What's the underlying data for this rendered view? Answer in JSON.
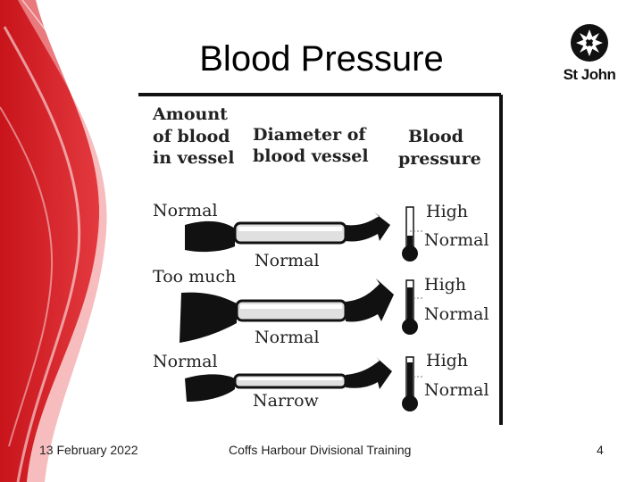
{
  "slide": {
    "title": "Blood Pressure",
    "footer_date": "13 February 2022",
    "footer_center": "Coffs Harbour Divisional Training",
    "slide_number": "4"
  },
  "logo": {
    "text": "St John",
    "icon": "st-john-cross-icon"
  },
  "figure": {
    "headers": {
      "amount_line1": "Amount",
      "amount_line2": "of blood",
      "amount_line3": "in vessel",
      "diameter_line1": "Diameter of",
      "diameter_line2": "blood vessel",
      "pressure_line1": "Blood",
      "pressure_line2": "pressure"
    },
    "rows": [
      {
        "amount": "Normal",
        "diameter": "Normal",
        "high": "High",
        "normal": "Normal",
        "level": 0.0
      },
      {
        "amount": "Too much",
        "diameter": "Normal",
        "high": "High",
        "normal": "Normal",
        "level": 0.7
      },
      {
        "amount": "Normal",
        "diameter": "Narrow",
        "high": "High",
        "normal": "Normal",
        "level": 0.8
      }
    ]
  },
  "colors": {
    "accent_red": "#d71920"
  }
}
